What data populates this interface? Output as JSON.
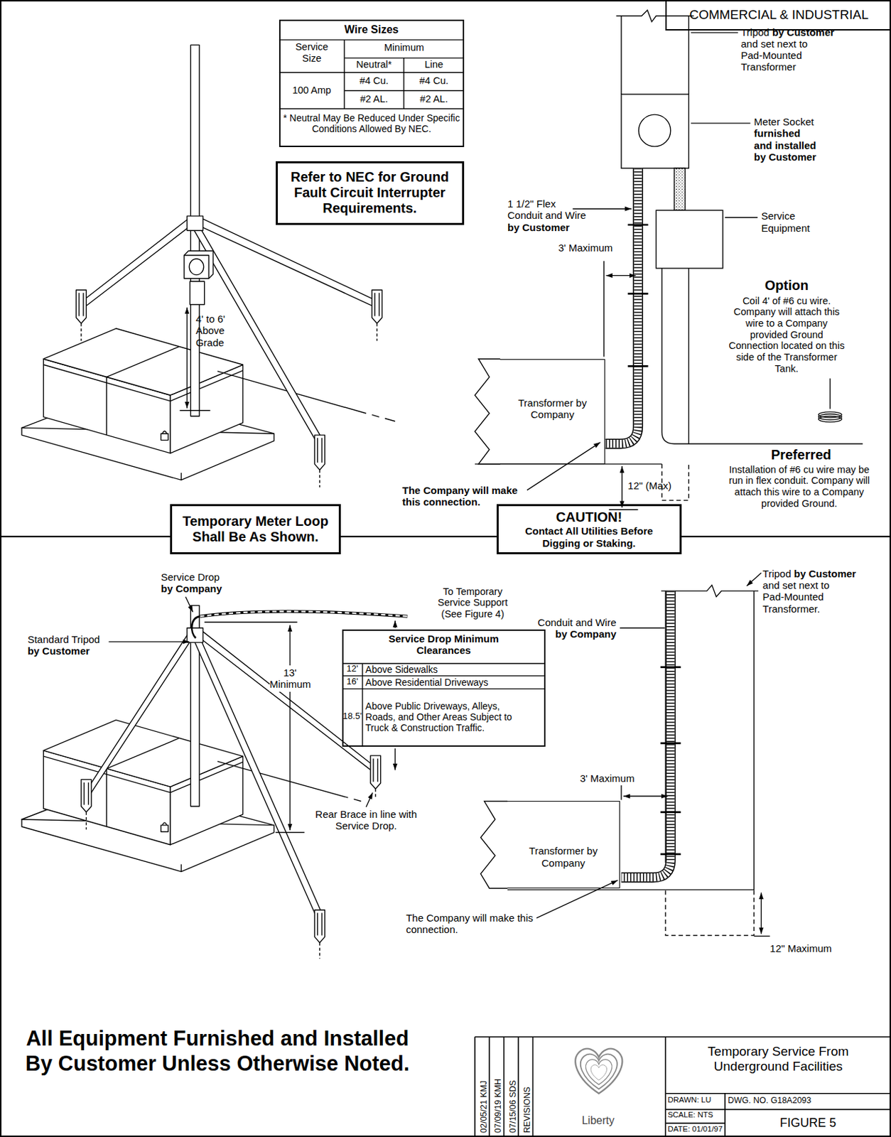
{
  "diagram": {
    "title": "Temporary Service From Underground Facilities",
    "nodes": [
      {
        "text": [
          "COMMERCIAL & INDUSTRIAL"
        ]
      },
      {
        "text": [
          "Wire Sizes"
        ]
      },
      {
        "text": [
          "Refer to NEC for Ground Fault Circuit Interrupter Requirements."
        ]
      },
      {
        "text": [
          "Transformer by Company"
        ]
      },
      {
        "text": [
          "Temporary Meter Loop Shall Be As Shown."
        ]
      },
      {
        "text": [
          "CAUTION!",
          "Contact All Utilities Before Digging or Staking."
        ]
      },
      {
        "text": [
          "Service Drop Minimum Clearances"
        ]
      },
      {
        "text": [
          "Transformer by Company"
        ]
      }
    ],
    "labels": [
      "Service Size",
      "Minimum",
      "Neutral*",
      "Line",
      "100 Amp",
      "#4 Cu.",
      "#4 Cu.",
      "#2 AL.",
      "#2 AL.",
      "* Neutral May Be Reduced Under Specific Conditions Allowed By NEC.",
      "4' to 6' Above Grade",
      "Tripod",
      "by Customer",
      "and set next to Pad-Mounted Transformer",
      "Meter Socket",
      "furnished and installed by Customer",
      "Service Equipment",
      "1 1/2\" Flex Conduit and Wire",
      "by Customer",
      "3' Maximum",
      "Option",
      "Coil 4' of #6 cu wire. Company will attach this wire to a Company provided Ground Connection located on this side of the Transformer Tank.",
      "The Company will make this connection.",
      "12\" (Max)",
      "Preferred",
      "Installation of #6 cu wire may be run in flex conduit. Company will attach this wire to a Company provided Ground.",
      "Service Drop",
      "by Company",
      "To Temporary Service Support (See Figure 4)",
      "Standard Tripod",
      "by Customer",
      "13' Minimum",
      "12'",
      "Above Sidewalks",
      "16'",
      "Above Residential Driveways",
      "18.5'",
      "Above Public Driveways, Alleys, Roads, and Other Areas Subject to Truck & Construction Traffic.",
      "Rear Brace in line with Service Drop.",
      "Tripod",
      "by Customer",
      "and set next to Pad-Mounted Transformer.",
      "Conduit and Wire",
      "by Company",
      "3' Maximum",
      "The Company will make this connection.",
      "12\" Maximum",
      "All Equipment Furnished and Installed By Customer Unless Otherwise Noted.",
      "02/05/21 KMJ",
      "07/09/19 KMH",
      "07/15/06 SDS",
      "REVISIONS",
      "Liberty",
      "DRAWN: LU",
      "DWG. NO. G18A2093",
      "SCALE: NTS",
      "FIGURE 5",
      "DATE: 01/01/97"
    ]
  }
}
